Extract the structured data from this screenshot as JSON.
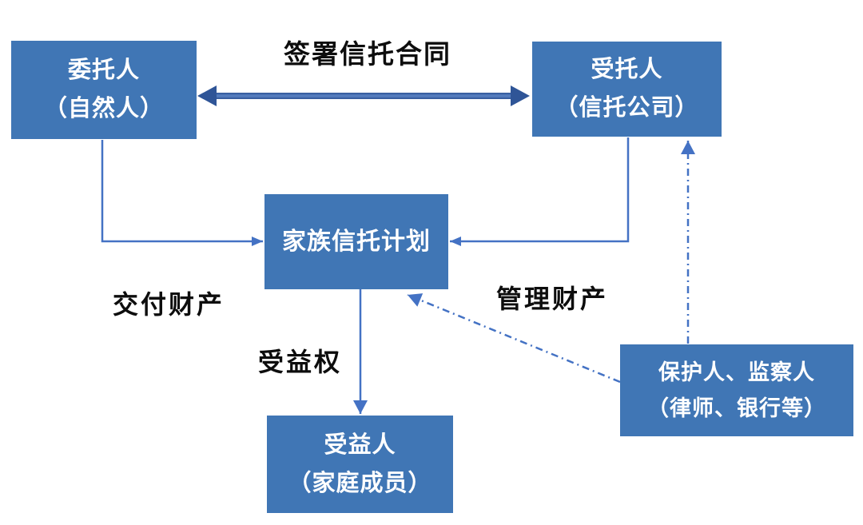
{
  "diagram": {
    "background_color": "#ffffff",
    "box_fill_color": "#4076B5",
    "box_text_color": "#ffffff",
    "connector_color": "#4472C4",
    "thick_arrow_color": "#2F5597",
    "label_text_color": "#0d0d0d",
    "nodes": {
      "settlor": {
        "line1": "委托人",
        "line2": "（自然人）"
      },
      "trustee": {
        "line1": "受托人",
        "line2": "（信托公司）"
      },
      "trust_plan": {
        "line1": "家族信托计划"
      },
      "beneficiary": {
        "line1": "受益人",
        "line2": "（家庭成员）"
      },
      "protector": {
        "line1": "保护人、监察人",
        "line2": "（律师、银行等）"
      }
    },
    "labels": {
      "sign_contract": "签署信托合同",
      "deliver_property": "交付财产",
      "manage_property": "管理财产",
      "beneficiary_right": "受益权"
    },
    "edges": [
      {
        "from": "settlor",
        "to": "trustee",
        "label_key": "sign_contract",
        "style": "thick-double-arrow"
      },
      {
        "from": "settlor",
        "to": "trust_plan",
        "label_key": "deliver_property",
        "style": "solid-elbow-arrow"
      },
      {
        "from": "trustee",
        "to": "trust_plan",
        "label_key": "manage_property",
        "style": "solid-elbow-arrow"
      },
      {
        "from": "trust_plan",
        "to": "beneficiary",
        "label_key": "beneficiary_right",
        "style": "solid-arrow"
      },
      {
        "from": "protector",
        "to": "trust_plan",
        "label_key": "",
        "style": "dash-dot-arrow"
      },
      {
        "from": "protector",
        "to": "trustee",
        "label_key": "",
        "style": "dash-dot-arrow"
      }
    ]
  }
}
